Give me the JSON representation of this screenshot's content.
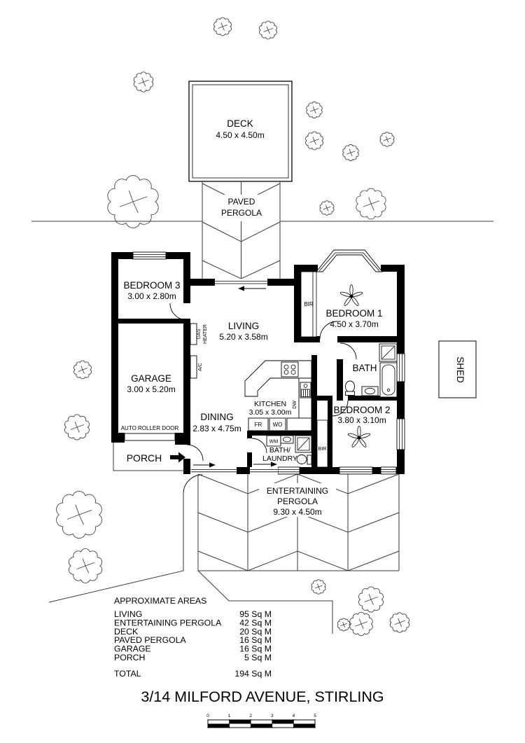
{
  "title": "3/14 MILFORD AVENUE, STIRLING",
  "rooms": {
    "deck": {
      "name": "DECK",
      "dims": "4.50 x 4.50m"
    },
    "paved_pergola": {
      "name_line1": "PAVED",
      "name_line2": "PERGOLA"
    },
    "bedroom3": {
      "name": "BEDROOM 3",
      "dims": "3.00 x 2.80m"
    },
    "garage": {
      "name": "GARAGE",
      "dims": "3.00 x 5.20m"
    },
    "living": {
      "name": "LIVING",
      "dims": "5.20 x 3.58m"
    },
    "dining": {
      "name": "DINING",
      "dims": "2.83 x 4.75m"
    },
    "kitchen": {
      "name": "KITCHEN",
      "dims": "3.05 x 3.00m"
    },
    "bedroom1": {
      "name": "BEDROOM 1",
      "dims": "4.50 x 3.70m"
    },
    "bath": {
      "name": "BATH"
    },
    "bedroom2": {
      "name": "BEDROOM 2",
      "dims": "3.80 x 3.10m"
    },
    "bath_laundry": {
      "name_line1": "BATH/",
      "name_line2": "LAUNDRY"
    },
    "porch": {
      "name": "PORCH"
    },
    "entertaining_pergola": {
      "name_line1": "ENTERTAINING",
      "name_line2": "PERGOLA",
      "dims": "9.30 x 4.50m"
    },
    "shed": {
      "name": "SHED"
    }
  },
  "fixtures": {
    "auto_roller_door": "AUTO ROLLER DOOR",
    "gas_heater_line1": "GAS",
    "gas_heater_line2": "HEATER",
    "ac": "A/C",
    "bir": "BIR",
    "dw": "DW",
    "fr": "FR",
    "wo": "WO",
    "wm": "WM"
  },
  "areas_table": {
    "title": "APPROXIMATE AREAS",
    "rows": [
      {
        "label": "LIVING",
        "value": "95 Sq M"
      },
      {
        "label": "ENTERTAINING PERGOLA",
        "value": "42 Sq M"
      },
      {
        "label": "DECK",
        "value": "20 Sq M"
      },
      {
        "label": "PAVED PERGOLA",
        "value": "16 Sq M"
      },
      {
        "label": "GARAGE",
        "value": "16 Sq M"
      },
      {
        "label": "PORCH",
        "value": "5 Sq M"
      }
    ],
    "total": {
      "label": "TOTAL",
      "value": "194 Sq M"
    }
  },
  "scale_bar": {
    "ticks": [
      "0",
      "1",
      "2",
      "3",
      "4",
      "5"
    ]
  },
  "colors": {
    "wall": "#000000",
    "background": "#ffffff",
    "site_line": "#3a3a3a"
  }
}
